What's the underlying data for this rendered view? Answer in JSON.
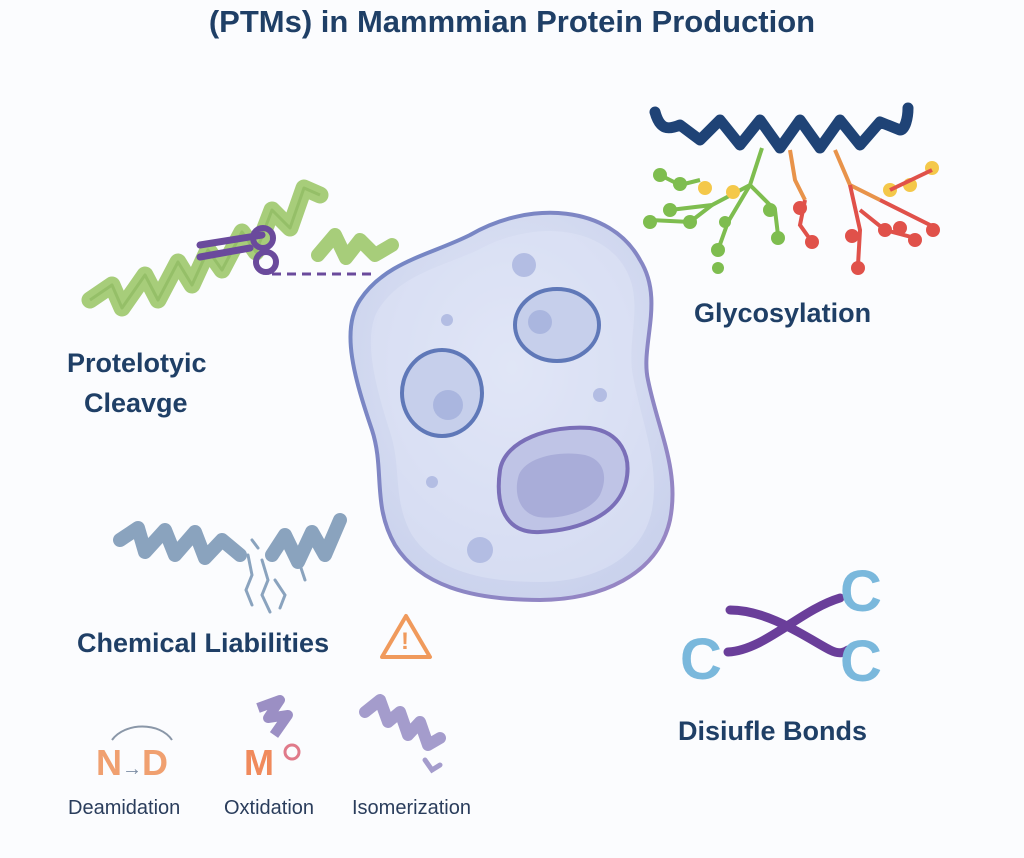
{
  "title": "(PTMs) in Mammmian Protein Production",
  "labels": {
    "proteolytic_line1": "Protelotyic",
    "proteolytic_line2": "Cleavge",
    "glycosylation": "Glycosylation",
    "chemical_liabilities": "Chemical Liabilities",
    "disulfide_bonds": "Disiufle Bonds"
  },
  "liabilities": [
    {
      "symbol_from": "N",
      "arrow": "→",
      "symbol_to": "D",
      "label": "Deamidation"
    },
    {
      "symbol": "M",
      "superscript": "o",
      "label": "Oxtidation"
    },
    {
      "label": "Isomerization"
    }
  ],
  "disulfide_letters": [
    "C",
    "C",
    "C"
  ],
  "warning_glyph": "!",
  "colors": {
    "title": "#1f3f66",
    "cell_fill": "#d9dff2",
    "cell_border": "#6f84c0",
    "helix_green": "#a7cd7a",
    "scissors": "#6a4a9c",
    "glycan_green": "#7ebd4f",
    "glycan_yellow": "#f4c84a",
    "glycan_red": "#e0514a",
    "glycan_orange": "#e8934a",
    "disulfide_purple": "#6a3e9a",
    "disulfide_blue": "#7ab8dc",
    "warning_orange": "#f09a5c",
    "liability_orange": "#f0a070"
  }
}
